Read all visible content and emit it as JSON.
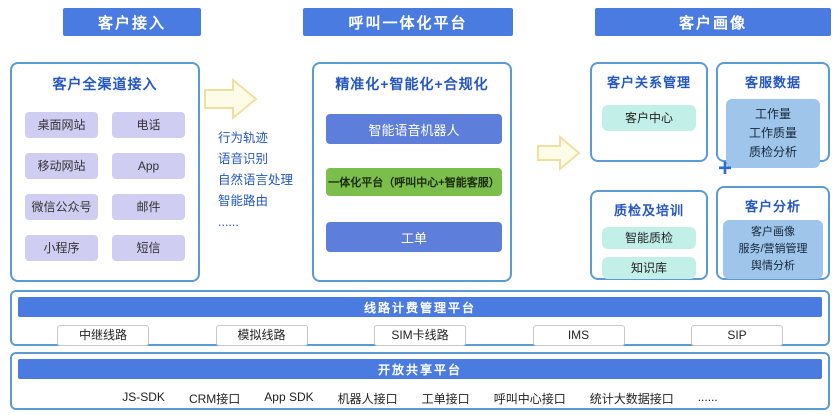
{
  "headers": {
    "left": "客户接入",
    "center": "呼叫一体化平台",
    "right": "客户画像"
  },
  "access_box": {
    "title": "客户全渠道接入",
    "items": [
      "桌面网站",
      "电话",
      "移动网站",
      "App",
      "微信公众号",
      "邮件",
      "小程序",
      "短信"
    ]
  },
  "capabilities": {
    "items": [
      "行为轨迹",
      "语音识别",
      "自然语言处理",
      "智能路由",
      "......"
    ]
  },
  "platform_box": {
    "title": "精准化+智能化+合规化",
    "items": [
      {
        "label": "智能语音机器人",
        "type": "blue"
      },
      {
        "label": "一体化平台（呼叫中心+智能客服）",
        "type": "green"
      },
      {
        "label": "工单",
        "type": "blue"
      }
    ]
  },
  "crm_box": {
    "title": "客户关系管理",
    "items": [
      "客户中心"
    ]
  },
  "service_data_box": {
    "title": "客服数据",
    "items": [
      "工作量",
      "工作质量",
      "质检分析"
    ]
  },
  "plus": "+",
  "qc_box": {
    "title": "质检及培训",
    "items": [
      "智能质检",
      "知识库"
    ]
  },
  "analysis_box": {
    "title": "客户分析",
    "items": [
      "客户画像",
      "服务/营销管理",
      "舆情分析"
    ]
  },
  "billing_box": {
    "title": "线路计费管理平台",
    "items": [
      "中继线路",
      "模拟线路",
      "SIM卡线路",
      "IMS",
      "SIP"
    ]
  },
  "open_box": {
    "title": "开放共享平台",
    "items": [
      "JS-SDK",
      "CRM接口",
      "App SDK",
      "机器人接口",
      "工单接口",
      "呼叫中心接口",
      "统计大数据接口",
      "......"
    ]
  },
  "colors": {
    "banner_blue": "#4a7be0",
    "box_border_blue": "#5b9bd5",
    "title_blue": "#2457c5",
    "lavender_pill": "#cfcdf2",
    "cyan_pill": "#c2f0e8",
    "light_blue_block": "#9fc6ea",
    "button_blue": "#5d7edb",
    "button_green": "#7cbe4b",
    "arrow_yellow": "#f2dfa0"
  }
}
